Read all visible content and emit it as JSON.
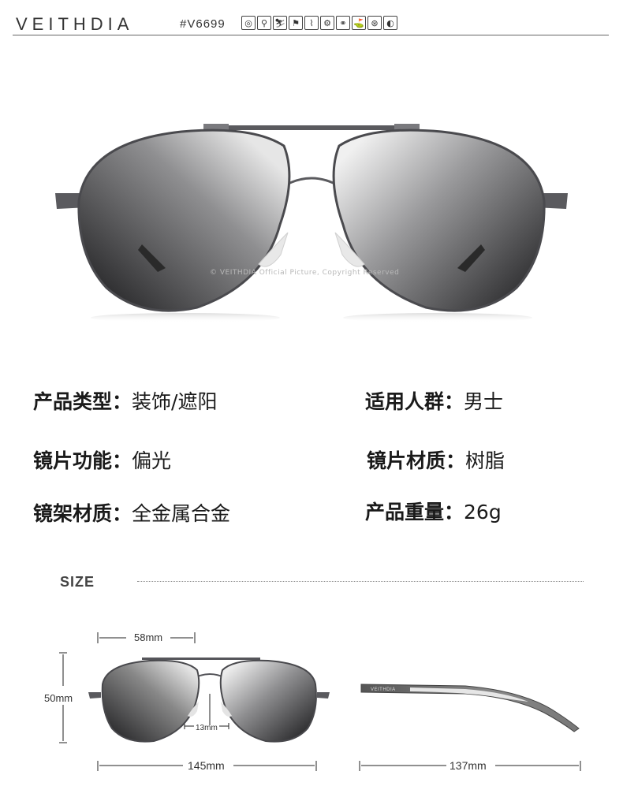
{
  "header": {
    "brand": "VEITHDIA",
    "model": "#V6699",
    "sport_icons": [
      "cycling-icon",
      "hiking-icon",
      "skiing-icon",
      "running-icon",
      "fishing-icon",
      "motorcycle-icon",
      "bicycle-icon",
      "golf-icon",
      "driving-icon",
      "tennis-icon"
    ]
  },
  "hero": {
    "watermark": "© VEITHDIA Official Picture, Copyright Reserved"
  },
  "specs": [
    {
      "key": "产品类型：",
      "value": "装饰/遮阳"
    },
    {
      "key": "适用人群：",
      "value": "男士"
    },
    {
      "key": "镜片功能：",
      "value": "偏光"
    },
    {
      "key": "镜片材质：",
      "value": "树脂"
    },
    {
      "key": "镜架材质：",
      "value": "全金属合金"
    },
    {
      "key": "产品重量：",
      "value": "26g"
    }
  ],
  "size": {
    "title": "SIZE",
    "lens_width": "58mm",
    "lens_height": "50mm",
    "bridge": "13mm",
    "frame_width": "145mm",
    "temple_length": "137mm",
    "temple_brand": "VEITHDIA"
  },
  "colors": {
    "frame": "#4a4a4e",
    "lens_dark": "#2e2e30",
    "lens_light": "#d2d2d2",
    "text": "#1a1a1a"
  }
}
